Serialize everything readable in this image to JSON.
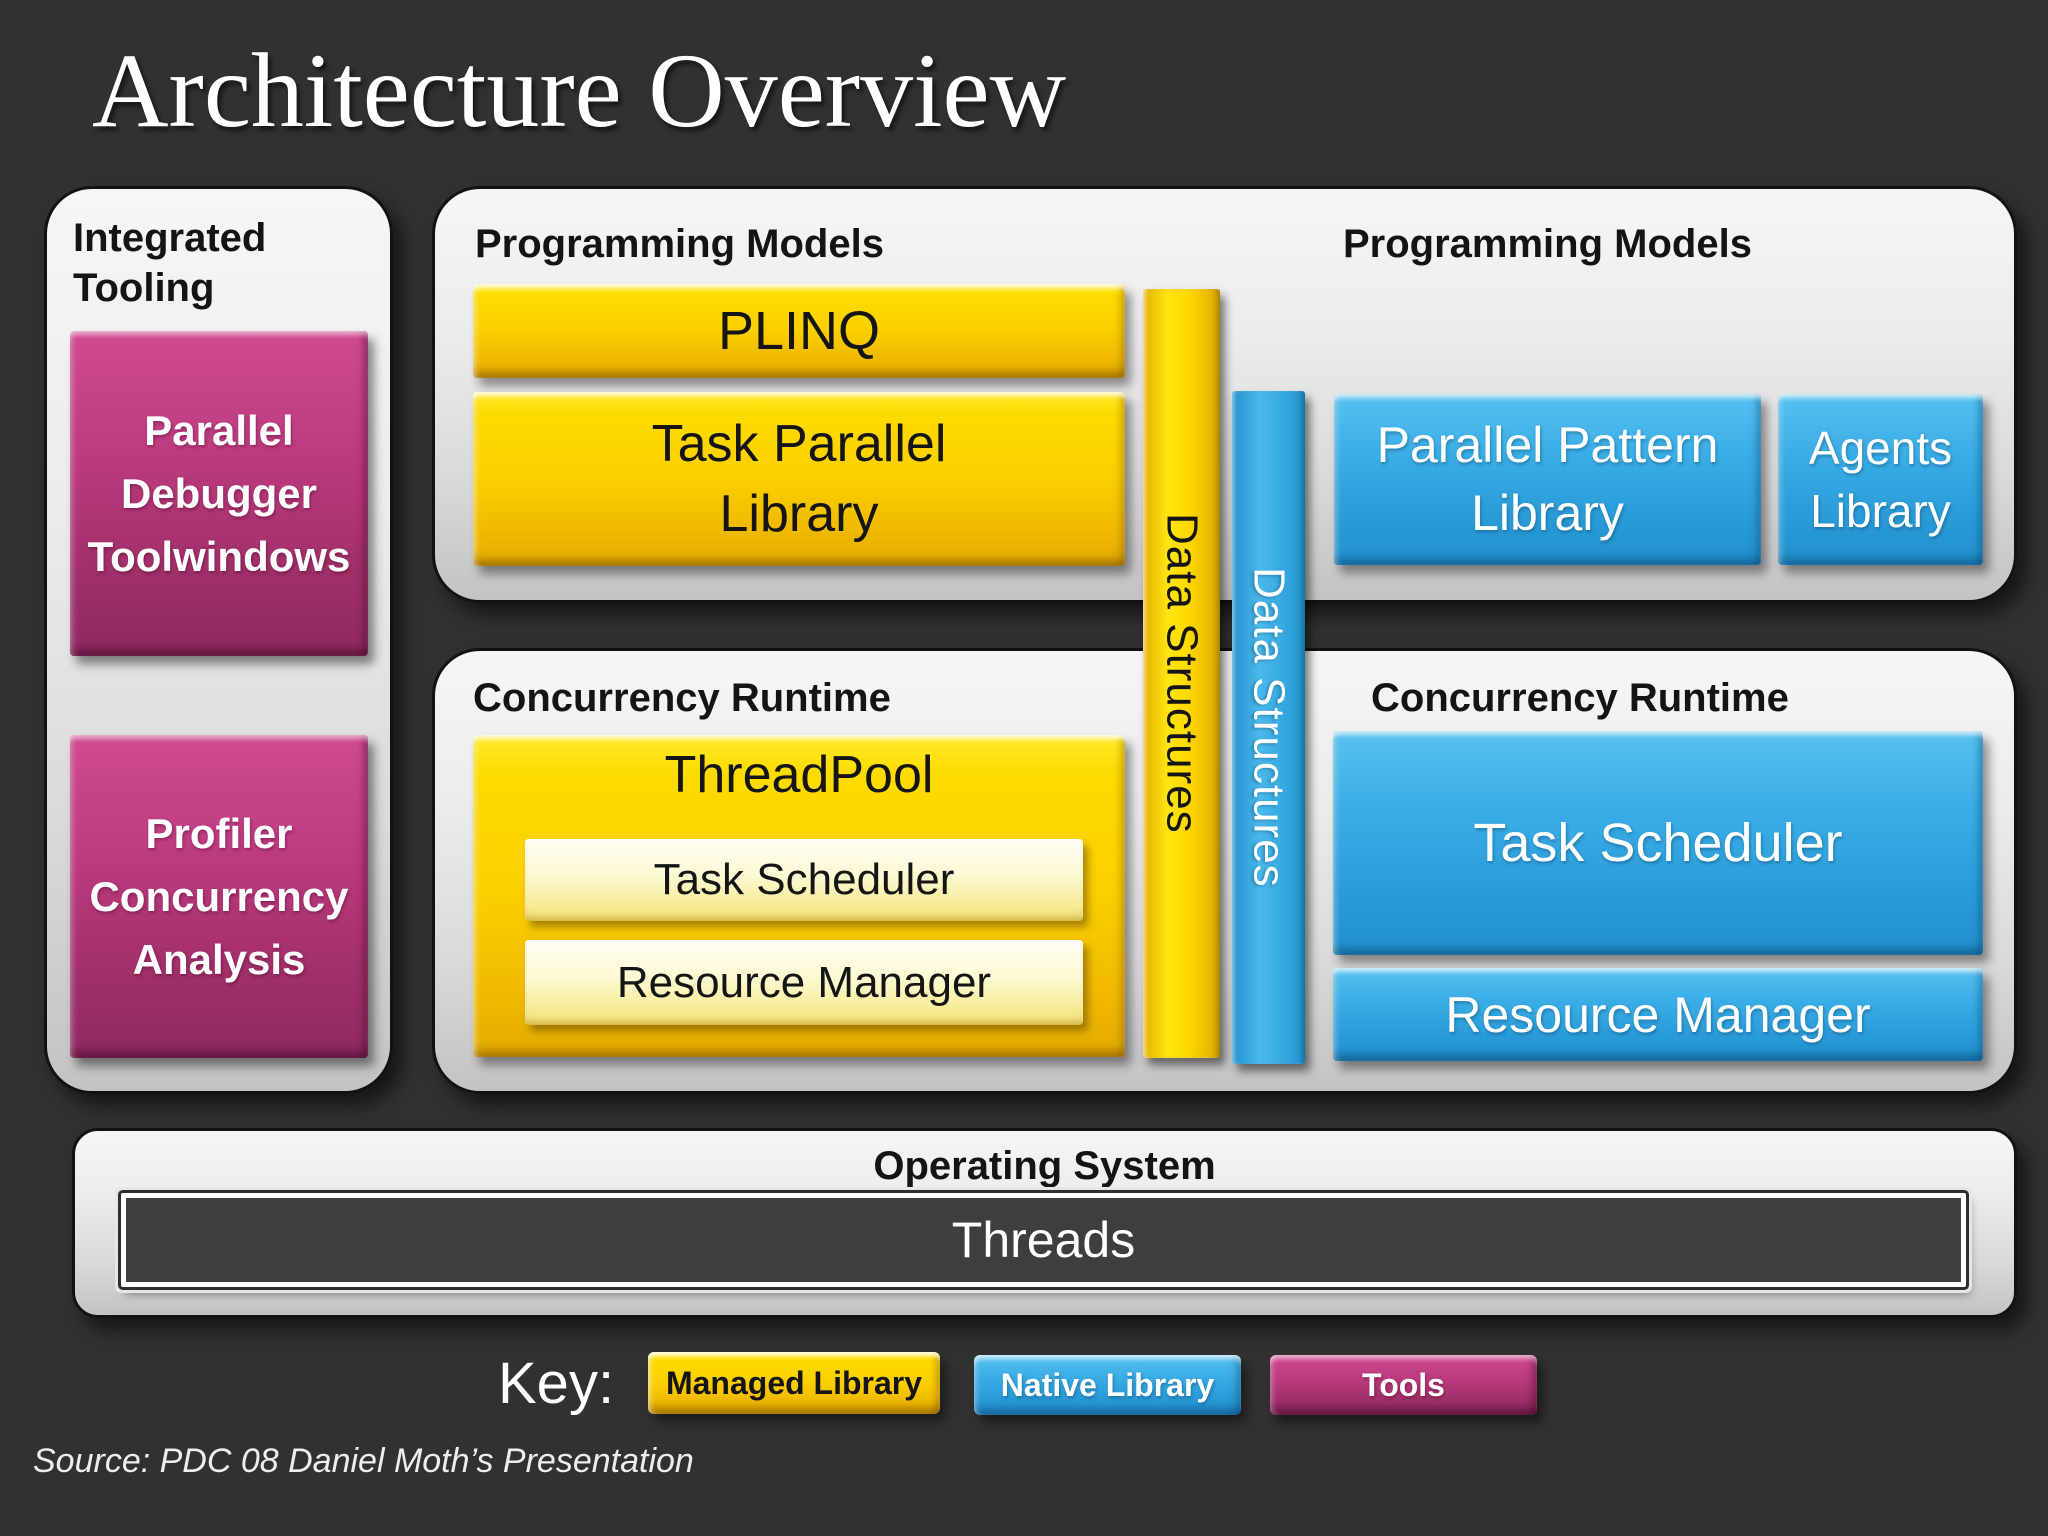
{
  "title": "Architecture Overview",
  "source": "Source: PDC 08 Daniel Moth’s Presentation",
  "colors": {
    "background": "#313131",
    "managed_yellow": "#fcd000",
    "native_blue": "#2f9fd8",
    "tools_magenta": "#a93274",
    "panel_gray": "#e2e2e2",
    "threads_bar": "#3e3e3e"
  },
  "left_panel": {
    "header": "Integrated Tooling",
    "boxes": [
      {
        "label": "Parallel Debugger Toolwindows"
      },
      {
        "label": "Profiler Concurrency Analysis"
      }
    ]
  },
  "top_panel": {
    "header_left": "Programming Models",
    "header_right": "Programming Models",
    "plinq": "PLINQ",
    "task_parallel_library": "Task Parallel Library",
    "parallel_pattern_library": "Parallel Pattern Library",
    "agents_library": "Agents Library"
  },
  "data_structures_bars": {
    "managed": "Data Structures",
    "native": "Data Structures"
  },
  "bottom_panel": {
    "header_left": "Concurrency Runtime",
    "header_right": "Concurrency Runtime",
    "threadpool": "ThreadPool",
    "task_scheduler": "Task Scheduler",
    "resource_manager": "Resource Manager",
    "native_task_scheduler": "Task Scheduler",
    "native_resource_manager": "Resource Manager"
  },
  "os_panel": {
    "header": "Operating System",
    "threads": "Threads"
  },
  "key": {
    "label": "Key:",
    "items": [
      {
        "label": "Managed Library",
        "type": "managed"
      },
      {
        "label": "Native Library",
        "type": "native"
      },
      {
        "label": "Tools",
        "type": "tools"
      }
    ]
  }
}
